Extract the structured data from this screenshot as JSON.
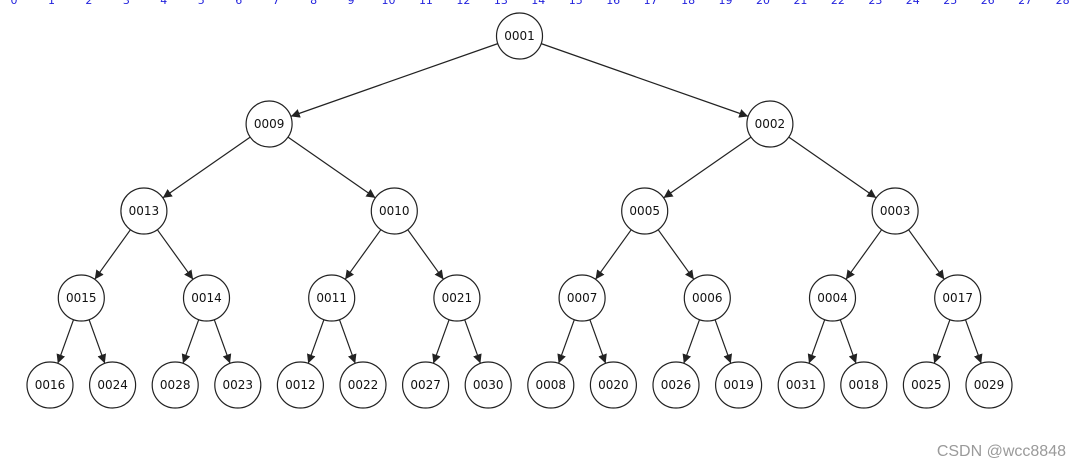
{
  "ruler": {
    "ticks": [
      "0",
      "1",
      "2",
      "3",
      "4",
      "5",
      "6",
      "7",
      "8",
      "9",
      "10",
      "11",
      "12",
      "13",
      "14",
      "15",
      "16",
      "17",
      "18",
      "19",
      "20",
      "21",
      "22",
      "23",
      "24",
      "25",
      "26",
      "27",
      "28"
    ],
    "color": "#2222dd"
  },
  "tree": {
    "root": {
      "label": "0001",
      "children": [
        {
          "label": "0009",
          "children": [
            {
              "label": "0013",
              "children": [
                {
                  "label": "0015",
                  "children": [
                    {
                      "label": "0016"
                    },
                    {
                      "label": "0024"
                    }
                  ]
                },
                {
                  "label": "0014",
                  "children": [
                    {
                      "label": "0028"
                    },
                    {
                      "label": "0023"
                    }
                  ]
                }
              ]
            },
            {
              "label": "0010",
              "children": [
                {
                  "label": "0011",
                  "children": [
                    {
                      "label": "0012"
                    },
                    {
                      "label": "0022"
                    }
                  ]
                },
                {
                  "label": "0021",
                  "children": [
                    {
                      "label": "0027"
                    },
                    {
                      "label": "0030"
                    }
                  ]
                }
              ]
            }
          ]
        },
        {
          "label": "0002",
          "children": [
            {
              "label": "0005",
              "children": [
                {
                  "label": "0007",
                  "children": [
                    {
                      "label": "0008"
                    },
                    {
                      "label": "0020"
                    }
                  ]
                },
                {
                  "label": "0006",
                  "children": [
                    {
                      "label": "0026"
                    },
                    {
                      "label": "0019"
                    }
                  ]
                }
              ]
            },
            {
              "label": "0003",
              "children": [
                {
                  "label": "0004",
                  "children": [
                    {
                      "label": "0031"
                    },
                    {
                      "label": "0018"
                    }
                  ]
                },
                {
                  "label": "0017",
                  "children": [
                    {
                      "label": "0025"
                    },
                    {
                      "label": "0029"
                    }
                  ]
                }
              ]
            }
          ]
        }
      ]
    }
  },
  "watermark": "CSDN @wcc8848",
  "colors": {
    "node_stroke": "#222222",
    "edge": "#222222",
    "watermark": "#9a9a9a"
  }
}
